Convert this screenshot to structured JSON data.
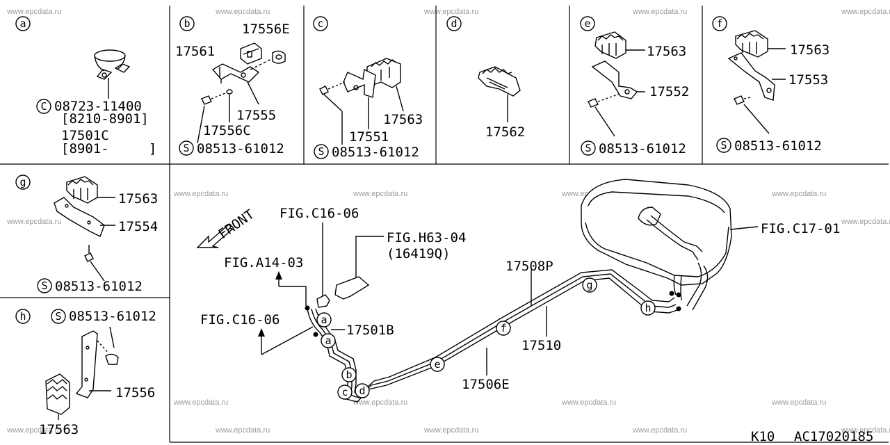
{
  "panels": {
    "a": {
      "circle_label": "a",
      "symbol": "C",
      "part_code": "08723-11400",
      "date_range_1": "[8210-8901]",
      "part_alt": "17501C",
      "date_range_2": "[8901-     ]"
    },
    "b": {
      "circle_label": "b",
      "parts": [
        "17556E",
        "17561",
        "17555",
        "17556C"
      ],
      "screw_symbol": "S",
      "screw_code": "08513-61012"
    },
    "c": {
      "circle_label": "c",
      "parts": [
        "17563",
        "17551"
      ],
      "screw_symbol": "S",
      "screw_code": "08513-61012"
    },
    "d": {
      "circle_label": "d",
      "parts": [
        "17562"
      ]
    },
    "e": {
      "circle_label": "e",
      "parts": [
        "17563",
        "17552"
      ],
      "screw_symbol": "S",
      "screw_code": "08513-61012"
    },
    "f": {
      "circle_label": "f",
      "parts": [
        "17563",
        "17553"
      ],
      "screw_symbol": "S",
      "screw_code": "08513-61012"
    },
    "g": {
      "circle_label": "g",
      "parts": [
        "17563",
        "17554"
      ],
      "screw_symbol": "S",
      "screw_code": "08513-61012"
    },
    "h": {
      "circle_label": "h",
      "screw_symbol": "S",
      "screw_code": "08513-61012",
      "parts": [
        "17556",
        "17563"
      ]
    }
  },
  "main": {
    "front_label": "FRONT",
    "fig_refs": {
      "c16_06_top": "FIG.C16-06",
      "h63_04": "FIG.H63-04",
      "h63_04_sub": "(16419Q)",
      "a14_03": "FIG.A14-03",
      "c16_06_left": "FIG.C16-06",
      "c17_01": "FIG.C17-01"
    },
    "part_labels": {
      "p17501b": "17501B",
      "p17508p": "17508P",
      "p17510": "17510",
      "p17506e": "17506E"
    },
    "clip_callouts": {
      "a1": "a",
      "a2": "a",
      "b": "b",
      "c": "c",
      "d": "d",
      "e": "e",
      "f": "f",
      "g": "g",
      "h": "h"
    }
  },
  "footer": {
    "code_left": "K10",
    "code_right": "AC17020185"
  },
  "watermark": "www.epcdata.ru"
}
